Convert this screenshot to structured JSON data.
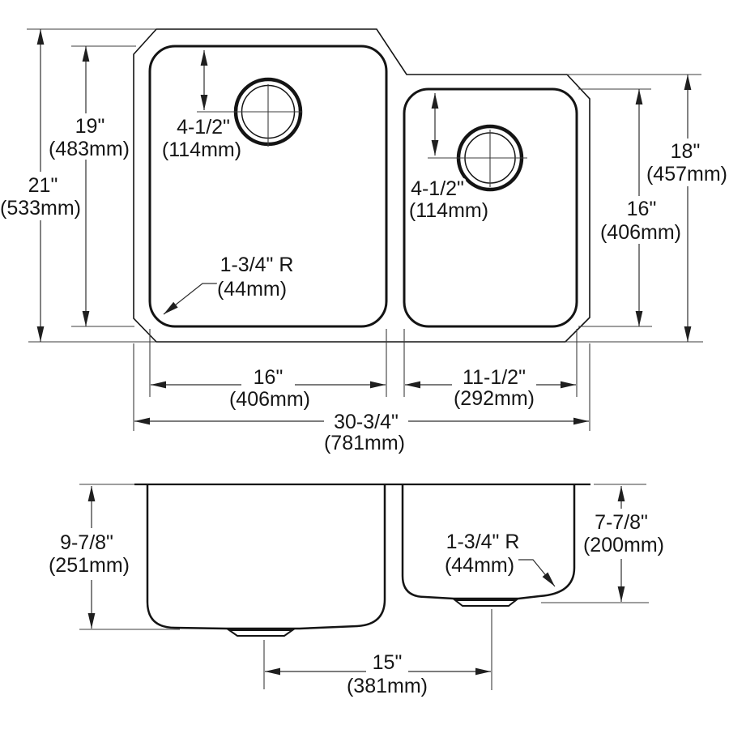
{
  "colors": {
    "object_line": "#141414",
    "dim_line": "#2e2e2e",
    "background": "#ffffff"
  },
  "top_view": {
    "overall_height": {
      "v": "21\"",
      "mm": "(533mm)"
    },
    "left_bowl_height": {
      "v": "19\"",
      "mm": "(483mm)"
    },
    "left_drain_offset": {
      "v": "4-1/2\"",
      "mm": "(114mm)"
    },
    "right_drain_offset": {
      "v": "4-1/2\"",
      "mm": "(114mm)"
    },
    "right_outer_height": {
      "v": "18\"",
      "mm": "(457mm)"
    },
    "right_bowl_height": {
      "v": "16\"",
      "mm": "(406mm)"
    },
    "corner_radius": {
      "v": "1-3/4\" R",
      "mm": "(44mm)"
    },
    "left_bowl_width": {
      "v": "16\"",
      "mm": "(406mm)"
    },
    "right_bowl_width": {
      "v": "11-1/2\"",
      "mm": "(292mm)"
    },
    "overall_width": {
      "v": "30-3/4\"",
      "mm": "(781mm)"
    }
  },
  "side_view": {
    "left_bowl_depth": {
      "v": "9-7/8\"",
      "mm": "(251mm)"
    },
    "right_bowl_depth": {
      "v": "7-7/8\"",
      "mm": "(200mm)"
    },
    "corner_radius": {
      "v": "1-3/4\" R",
      "mm": "(44mm)"
    },
    "drain_spacing": {
      "v": "15\"",
      "mm": "(381mm)"
    }
  }
}
